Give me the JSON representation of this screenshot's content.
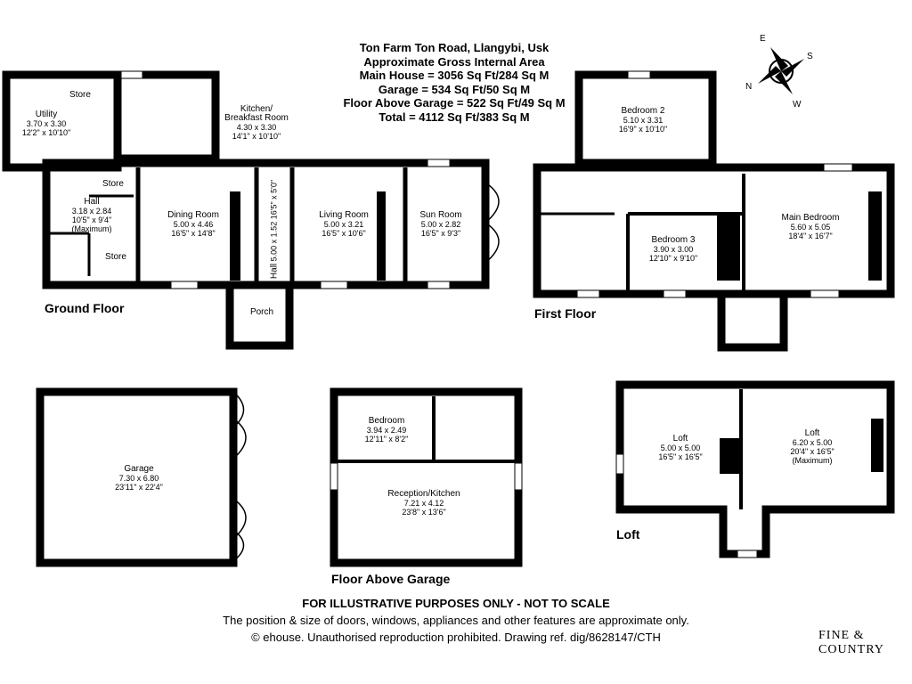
{
  "header": {
    "lines": [
      "Ton Farm Ton Road, Llangybi, Usk",
      "Approximate Gross Internal Area",
      "Main House = 3056 Sq Ft/284 Sq M",
      "Garage = 534 Sq Ft/50 Sq M",
      "Floor Above Garage = 522 Sq Ft/49 Sq M",
      "Total = 4112 Sq Ft/383 Sq M"
    ]
  },
  "compass": {
    "n": "N",
    "e": "E",
    "s": "S",
    "w": "W"
  },
  "floors": {
    "ground": "Ground Floor",
    "first": "First Floor",
    "garage_above": "Floor Above Garage",
    "loft": "Loft"
  },
  "rooms": {
    "store1": "Store",
    "utility": [
      "Utility",
      "3.70 x 3.30",
      "12'2\" x 10'10\""
    ],
    "kitchen": [
      "Kitchen/",
      "Breakfast Room",
      "4.30 x 3.30",
      "14'1\" x 10'10\""
    ],
    "store2": "Store",
    "hall1": [
      "Hall",
      "3.18 x 2.84",
      "10'5\" x 9'4\"",
      "(Maximum)"
    ],
    "store3": "Store",
    "dining": [
      "Dining Room",
      "5.00 x 4.46",
      "16'5\" x 14'8\""
    ],
    "hall2": [
      "Hall",
      "5.00 x 1.52",
      "16'5\" x 5'0\""
    ],
    "living": [
      "Living Room",
      "5.00 x 3.21",
      "16'5\" x 10'6\""
    ],
    "sun": [
      "Sun Room",
      "5.00 x 2.82",
      "16'5\" x 9'3\""
    ],
    "porch": "Porch",
    "bed2": [
      "Bedroom 2",
      "5.10 x 3.31",
      "16'9\" x 10'10\""
    ],
    "bed3": [
      "Bedroom 3",
      "3.90 x 3.00",
      "12'10\" x 9'10\""
    ],
    "main_bed": [
      "Main Bedroom",
      "5.60 x 5.05",
      "18'4\" x 16'7\""
    ],
    "garage": [
      "Garage",
      "7.30 x 6.80",
      "23'11\" x 22'4\""
    ],
    "bedroom": [
      "Bedroom",
      "3.94 x 2.49",
      "12'11\" x 8'2\""
    ],
    "reception": [
      "Reception/Kitchen",
      "7.21 x 4.12",
      "23'8\" x 13'6\""
    ],
    "loft1": [
      "Loft",
      "5.00 x 5.00",
      "16'5\" x 16'5\""
    ],
    "loft2": [
      "Loft",
      "6.20 x 5.00",
      "20'4\" x 16'5\"",
      "(Maximum)"
    ]
  },
  "footer": {
    "line1": "FOR ILLUSTRATIVE PURPOSES ONLY - NOT TO SCALE",
    "line2": "The position & size of doors, windows, appliances and other features are approximate only.",
    "line3": "© ehouse. Unauthorised reproduction prohibited. Drawing ref. dig/8628147/CTH"
  },
  "brand": "FINE & COUNTRY",
  "colors": {
    "wall": "#000000",
    "background": "#ffffff"
  }
}
